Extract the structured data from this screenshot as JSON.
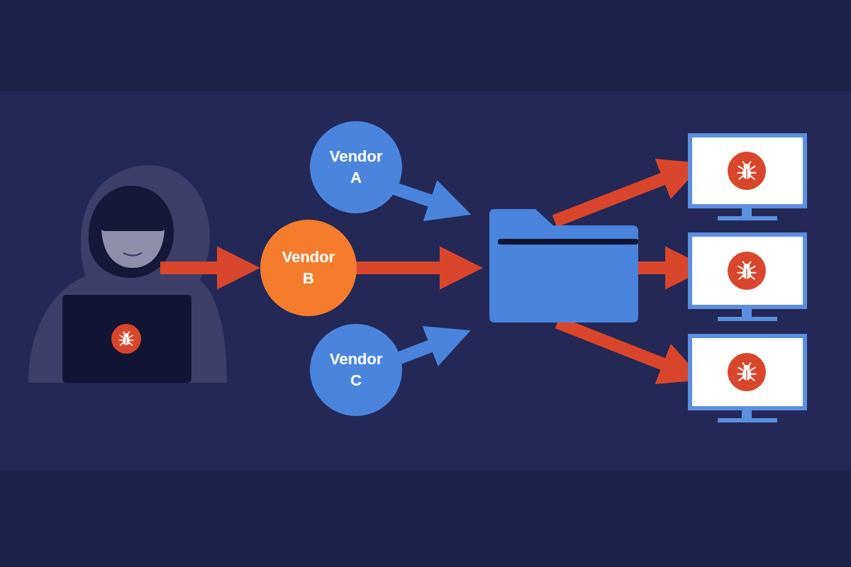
{
  "diagram": {
    "nodes": [
      {
        "text": [
          "Vendor A"
        ]
      },
      {
        "text": [
          "Vendor B"
        ]
      },
      {
        "text": [
          "Vendor C"
        ]
      }
    ]
  }
}
